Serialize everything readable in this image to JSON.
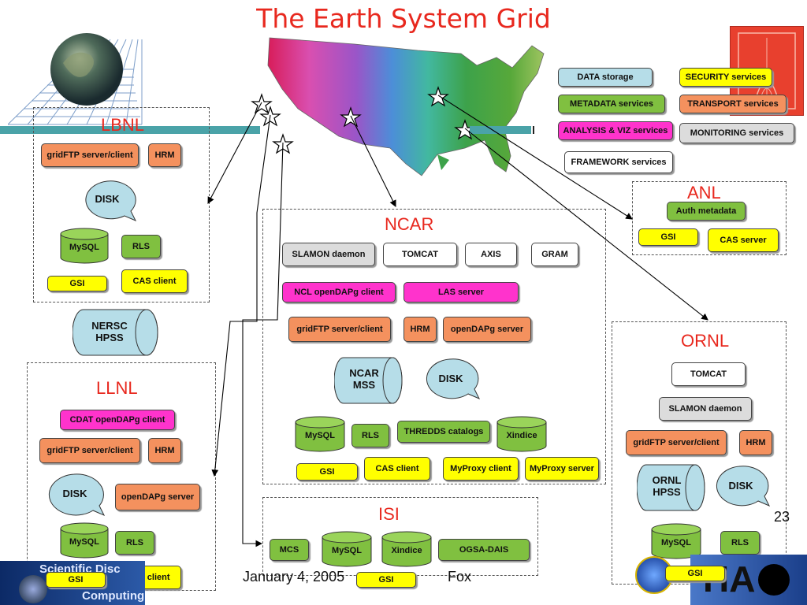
{
  "title": "The Earth System Grid",
  "legend": {
    "data_storage": "DATA storage",
    "security": "SECURITY services",
    "metadata": "METADATA services",
    "transport": "TRANSPORT services",
    "analysis": "ANALYSIS & VIZ services",
    "monitoring": "MONITORING services",
    "framework": "FRAMEWORK services"
  },
  "lbnl": {
    "label": "LBNL",
    "gridftp": "gridFTP server/client",
    "hrm": "HRM",
    "disk": "DISK",
    "mysql": "MySQL",
    "rls": "RLS",
    "cas_client": "CAS client",
    "gsi": "GSI"
  },
  "nersc": {
    "line1": "NERSC",
    "line2": "HPSS"
  },
  "llnl": {
    "label": "LLNL",
    "cdat": "CDAT openDAPg client",
    "gridftp": "gridFTP server/client",
    "hrm": "HRM",
    "disk": "DISK",
    "opendap": "openDAPg server",
    "mysql": "MySQL",
    "rls": "RLS",
    "gsi": "GSI",
    "cas_client": "CAS client"
  },
  "ncar": {
    "label": "NCAR",
    "slamon": "SLAMON daemon",
    "tomcat": "TOMCAT",
    "axis": "AXIS",
    "gram": "GRAM",
    "ncl": "NCL openDAPg client",
    "las": "LAS server",
    "gridftp": "gridFTP server/client",
    "hrm": "HRM",
    "opendap": "openDAPg server",
    "mss_line1": "NCAR",
    "mss_line2": "MSS",
    "disk": "DISK",
    "mysql": "MySQL",
    "rls": "RLS",
    "thredds": "THREDDS catalogs",
    "xindice": "Xindice",
    "gsi": "GSI",
    "cas_client": "CAS client",
    "myproxy_client": "MyProxy client",
    "myproxy_server": "MyProxy server"
  },
  "anl": {
    "label": "ANL",
    "auth": "Auth metadata",
    "gsi": "GSI",
    "cas_server": "CAS server"
  },
  "ornl": {
    "label": "ORNL",
    "tomcat": "TOMCAT",
    "slamon": "SLAMON daemon",
    "gridftp": "gridFTP server/client",
    "hrm": "HRM",
    "hpss_line1": "ORNL",
    "hpss_line2": "HPSS",
    "disk": "DISK",
    "mysql": "MySQL",
    "rls": "RLS",
    "gsi": "GSI"
  },
  "isi": {
    "label": "ISI",
    "mcs": "MCS",
    "mysql": "MySQL",
    "xindice": "Xindice",
    "ogsa": "OGSA-DAIS"
  },
  "footer": {
    "date": "January 4, 2005",
    "author": "Fox",
    "page": "23",
    "gsi": "GSI"
  },
  "logos": {
    "bottom_left_line1": "Scientific Disc",
    "bottom_left_line2": "Computing",
    "bottom_right": "HA"
  },
  "colors": {
    "title": "#e8281e",
    "transport": "#f4915e",
    "metadata": "#80c040",
    "security": "#ffff00",
    "analysis": "#ff33cc",
    "data_storage": "#b6dde8",
    "monitoring": "#dcdcdc"
  }
}
